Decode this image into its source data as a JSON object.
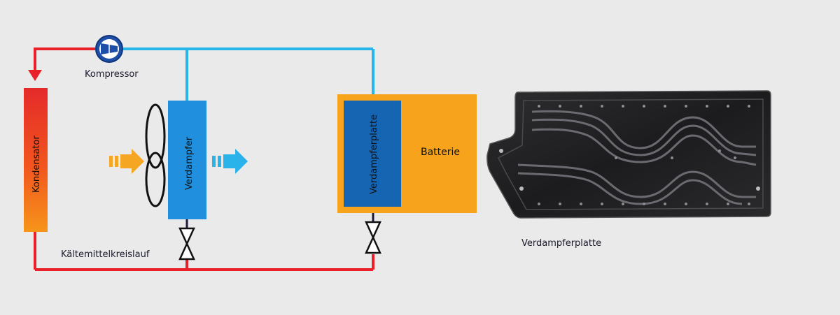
{
  "labels": {
    "compressor": "Kompressor",
    "condenser": "Kondensator",
    "evaporator": "Verdampfer",
    "evaporator_plate": "Verdampferplatte",
    "battery": "Batterie",
    "refrigerant_circuit": "Kältemittelkreislauf",
    "photo_caption": "Verdampferplatte"
  },
  "colors": {
    "hot_line": "#e8202a",
    "cold_line": "#27b4e8",
    "battery": "#f7a31c",
    "evaporator": "#1f8fde",
    "plate": "#1565b3",
    "background": "#eaeaeb"
  }
}
